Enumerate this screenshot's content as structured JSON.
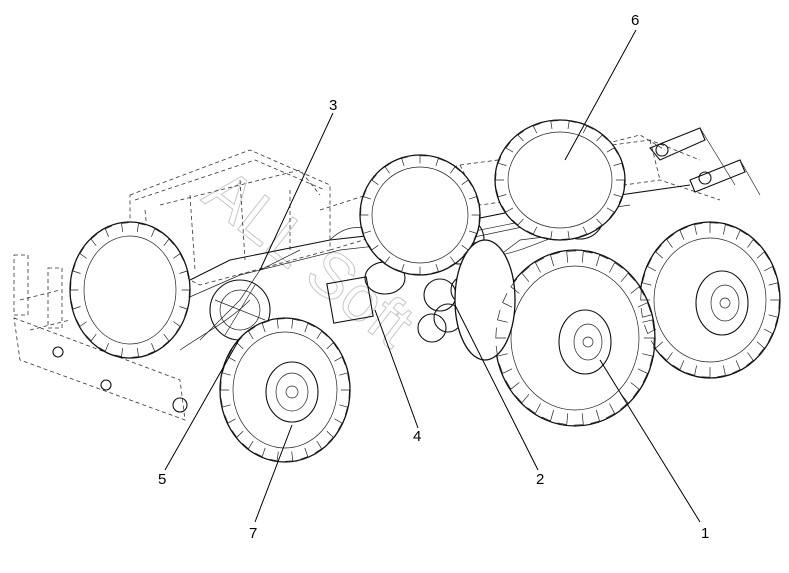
{
  "callouts": [
    {
      "label": "1"
    },
    {
      "label": "2"
    },
    {
      "label": "3"
    },
    {
      "label": "4"
    },
    {
      "label": "5"
    },
    {
      "label": "6"
    },
    {
      "label": "7"
    }
  ],
  "watermark": "ALL Soft"
}
